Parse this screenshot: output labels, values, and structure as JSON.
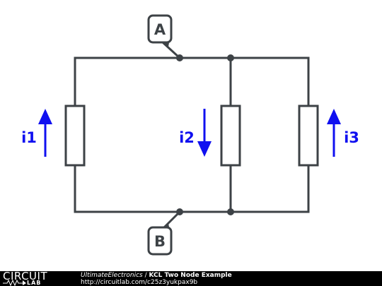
{
  "nodes": {
    "a_label": "A",
    "b_label": "B"
  },
  "currents": {
    "i1_label": "i1",
    "i2_label": "i2",
    "i3_label": "i3"
  },
  "colors": {
    "wire": "#3d4246",
    "arrow": "#1010f0",
    "footer_bg": "#000000"
  },
  "footer": {
    "logo_top": "CIRCUIT",
    "logo_bottom": "LAB",
    "author": "UltimateElectronics",
    "separator": " / ",
    "title": "KCL Two Node Example",
    "url": "http://circuitlab.com/c25z3yukpax9b"
  }
}
